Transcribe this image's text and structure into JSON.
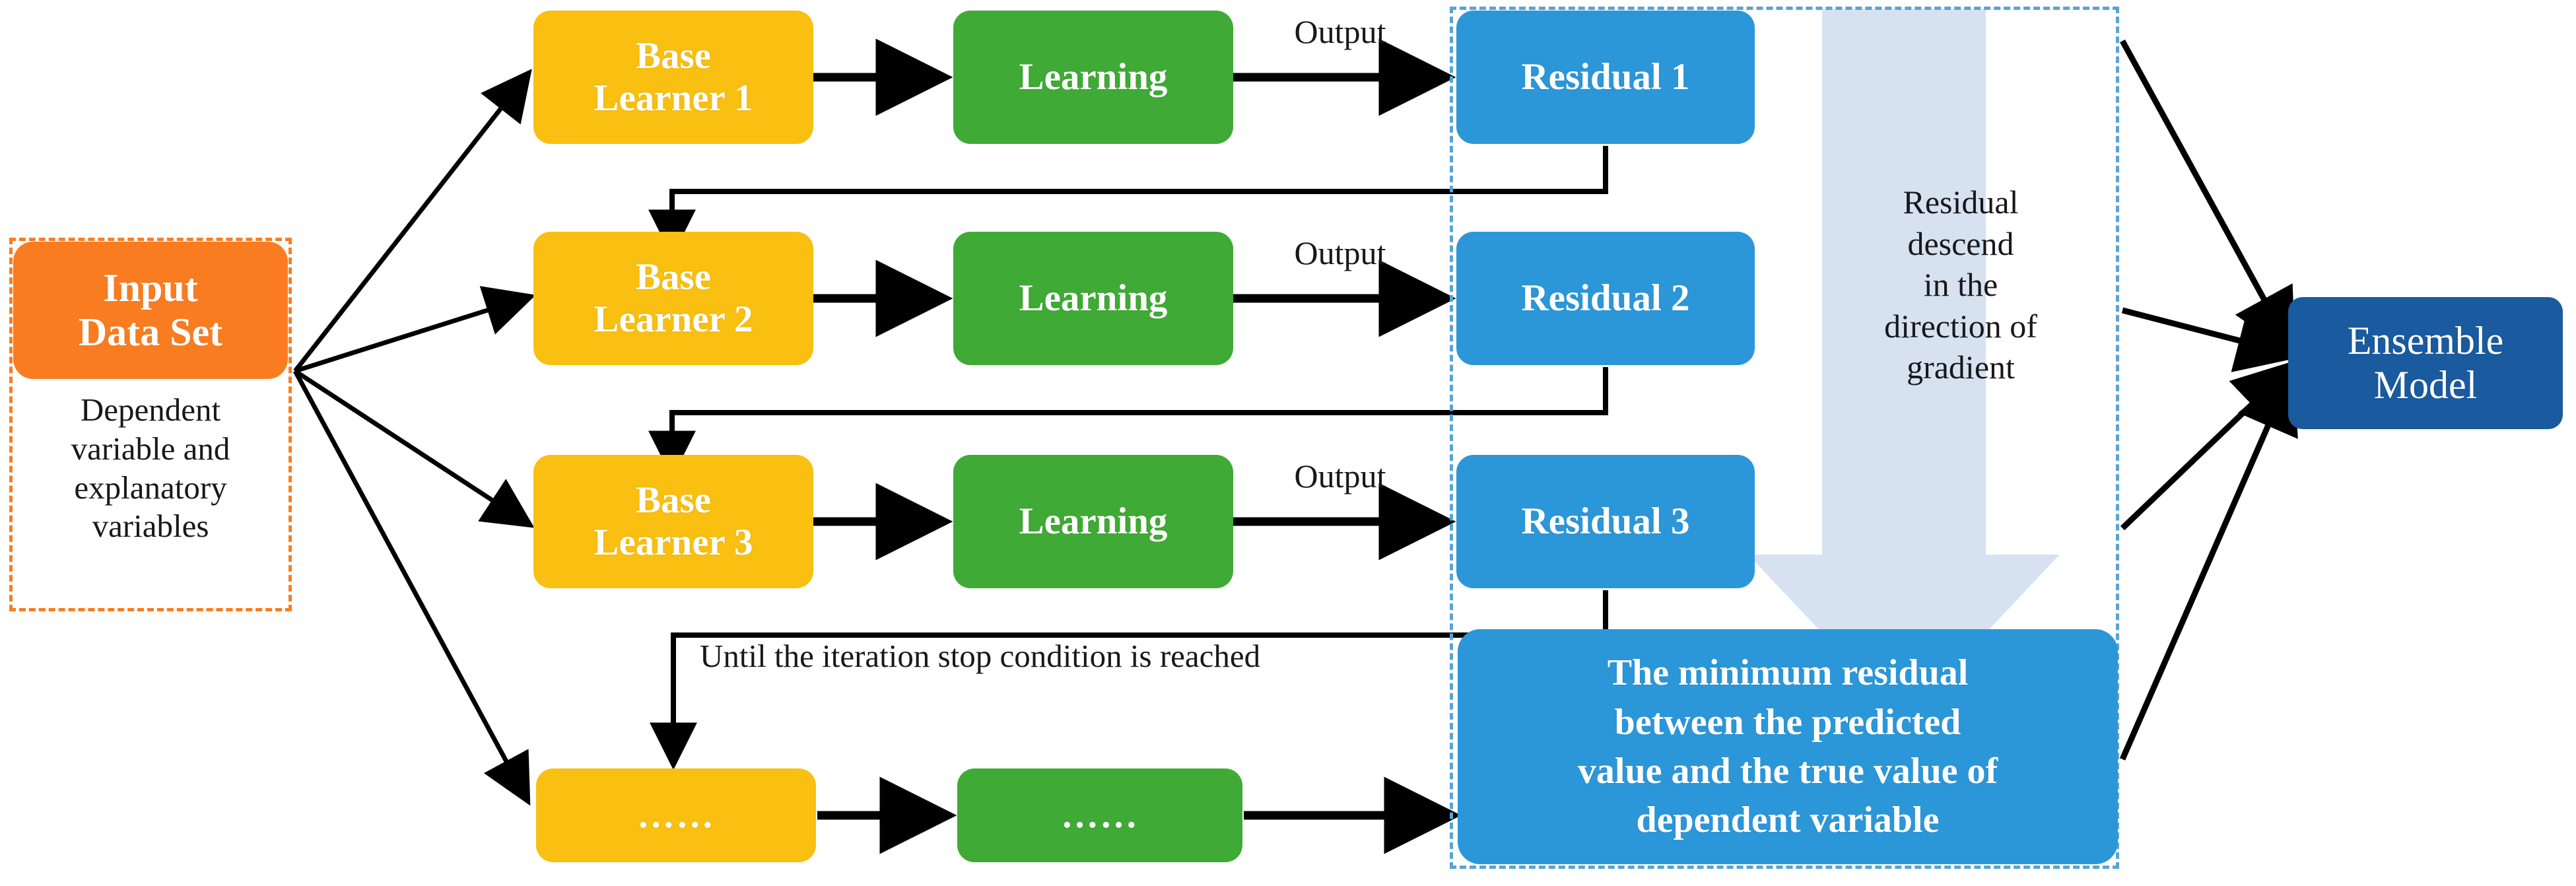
{
  "diagram": {
    "title": "Gradient boosting ensemble workflow",
    "colors": {
      "base_learner": "#f9bf11",
      "learning": "#3faa35",
      "residual": "#2b97d9",
      "input": "#f97d20",
      "ensemble": "#1a5a9e",
      "gradient_arrow": "#d6e2f0",
      "dashed_blue": "#5aa3d4",
      "dashed_orange": "#f97d20",
      "connector": "#000000"
    },
    "input": {
      "box_label": "Input\nData Set",
      "caption": "Dependent\nvariable and\nexplanatory\nvariables"
    },
    "rows": [
      {
        "base_learner": "Base\nLearner 1",
        "learning": "Learning",
        "output_label": "Output",
        "residual": "Residual 1"
      },
      {
        "base_learner": "Base\nLearner 2",
        "learning": "Learning",
        "output_label": "Output",
        "residual": "Residual 2"
      },
      {
        "base_learner": "Base\nLearner 3",
        "learning": "Learning",
        "output_label": "Output",
        "residual": "Residual 3"
      },
      {
        "base_learner": "……",
        "learning": "……",
        "output_label": "",
        "residual": ""
      }
    ],
    "iteration_note": "Until the iteration stop condition is reached",
    "gradient_note": "Residual\ndescend\nin the\ndirection of\ngradient",
    "final_residual": "The minimum residual\nbetween the predicted\nvalue and the true value of\ndependent variable",
    "ensemble": "Ensemble\nModel"
  }
}
